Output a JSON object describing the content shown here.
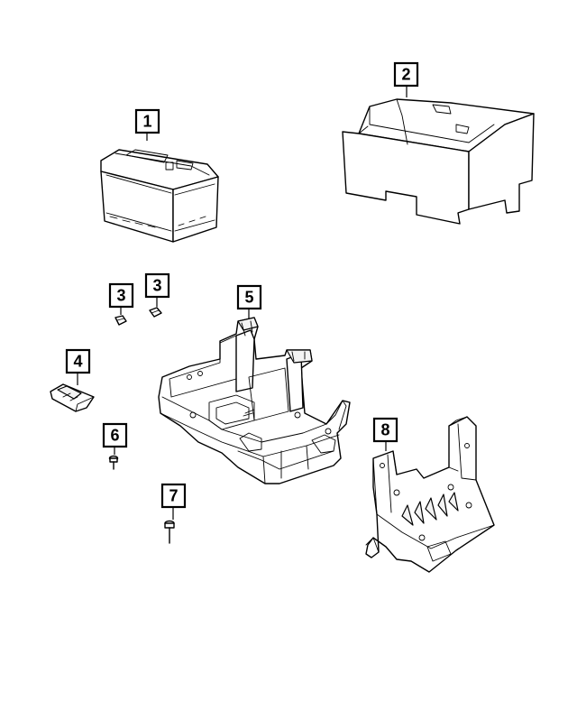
{
  "callouts": [
    {
      "id": "1",
      "label": "1"
    },
    {
      "id": "2",
      "label": "2"
    },
    {
      "id": "3a",
      "label": "3"
    },
    {
      "id": "3b",
      "label": "3"
    },
    {
      "id": "4",
      "label": "4"
    },
    {
      "id": "5",
      "label": "5"
    },
    {
      "id": "6",
      "label": "6"
    },
    {
      "id": "7",
      "label": "7"
    },
    {
      "id": "8",
      "label": "8"
    }
  ],
  "colors": {
    "line": "#000000",
    "background": "#ffffff"
  }
}
